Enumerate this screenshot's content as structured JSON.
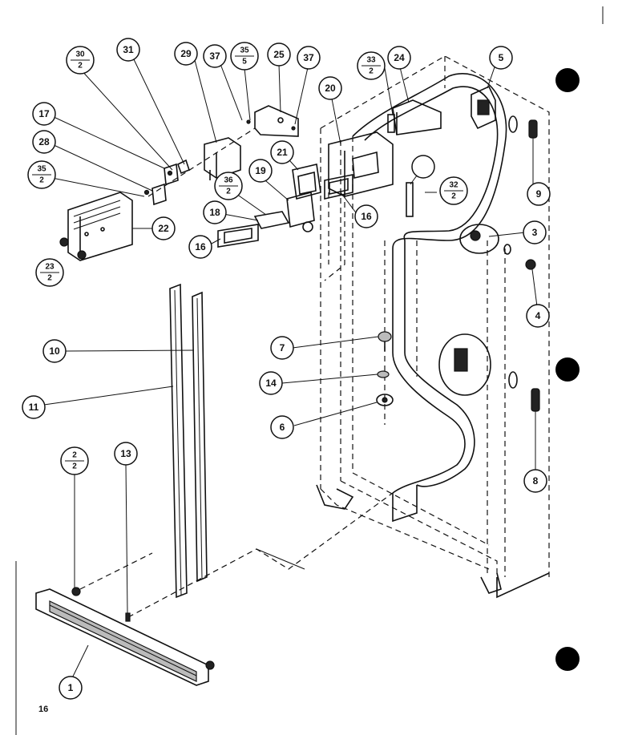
{
  "page_number": "16",
  "callouts": {
    "c1": "1",
    "c3": "3",
    "c4": "4",
    "c5": "5",
    "c6": "6",
    "c7": "7",
    "c8": "8",
    "c9": "9",
    "c10": "10",
    "c11": "11",
    "c13": "13",
    "c14": "14",
    "c16a": "16",
    "c16b": "16",
    "c17": "17",
    "c18": "18",
    "c19": "19",
    "c20": "20",
    "c21": "21",
    "c22": "22",
    "c24": "24",
    "c25": "25",
    "c28": "28",
    "c29": "29",
    "c31": "31",
    "c37a": "37",
    "c37b": "37"
  },
  "fractions": {
    "f30": {
      "top": "30",
      "bottom": "2"
    },
    "f35a": {
      "top": "35",
      "bottom": "5"
    },
    "f35b": {
      "top": "35",
      "bottom": "2"
    },
    "f33": {
      "top": "33",
      "bottom": "2"
    },
    "f36": {
      "top": "36",
      "bottom": "2"
    },
    "f32": {
      "top": "32",
      "bottom": "2"
    },
    "f23": {
      "top": "23",
      "bottom": "2"
    },
    "f2": {
      "top": "2",
      "bottom": "2"
    }
  }
}
